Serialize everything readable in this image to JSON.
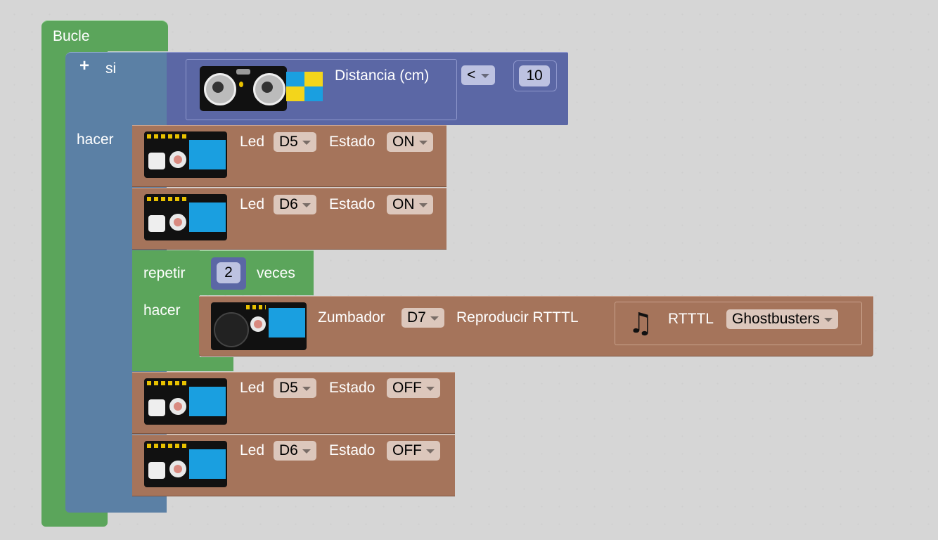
{
  "loop_block": {
    "label": "Bucle"
  },
  "if_block": {
    "plus_symbol": "+",
    "if_label": "si",
    "do_label": "hacer",
    "condition": {
      "sensor_label": "Distancia (cm)",
      "operator": "<",
      "value": "10"
    }
  },
  "led_blocks": [
    {
      "led_label": "Led",
      "pin": "D5",
      "state_label": "Estado",
      "state": "ON"
    },
    {
      "led_label": "Led",
      "pin": "D6",
      "state_label": "Estado",
      "state": "ON"
    },
    {
      "led_label": "Led",
      "pin": "D5",
      "state_label": "Estado",
      "state": "OFF"
    },
    {
      "led_label": "Led",
      "pin": "D6",
      "state_label": "Estado",
      "state": "OFF"
    }
  ],
  "repeat_block": {
    "repeat_label": "repetir",
    "times": "2",
    "times_label": "veces",
    "do_label": "hacer"
  },
  "buzzer_block": {
    "label": "Zumbador",
    "pin": "D7",
    "action": "Reproducir RTTTL",
    "rtttl_label": "RTTTL",
    "song": "Ghostbusters"
  },
  "colors": {
    "loop": "#5ba55b",
    "if": "#5b80a5",
    "compare": "#5b67a5",
    "io": "#a5745b"
  },
  "icons": {
    "ultrasonic": "ultrasonic-sensor-icon",
    "led": "led-module-icon",
    "buzzer": "buzzer-module-icon",
    "music": "music-note-icon"
  }
}
